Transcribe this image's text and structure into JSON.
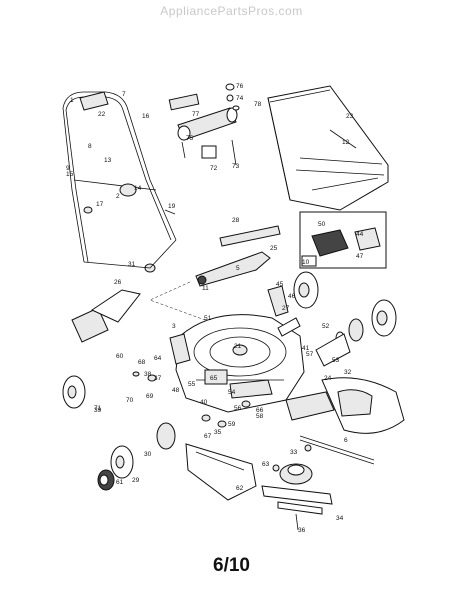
{
  "watermark": "AppliancePartsPros.com",
  "page_number": "6/10",
  "callouts": [
    "1",
    "2",
    "3",
    "5",
    "6",
    "7",
    "8",
    "9",
    "10",
    "11",
    "12",
    "13",
    "14",
    "15",
    "16",
    "17",
    "19",
    "21",
    "22",
    "23",
    "24",
    "25",
    "26",
    "27",
    "28",
    "29",
    "30",
    "31",
    "32",
    "33",
    "34",
    "35",
    "36",
    "37",
    "38",
    "39",
    "40",
    "41",
    "44",
    "45",
    "46",
    "47",
    "48",
    "50",
    "51",
    "52",
    "53",
    "54",
    "55",
    "56",
    "57",
    "58",
    "59",
    "60",
    "61",
    "62",
    "63",
    "64",
    "65",
    "66",
    "67",
    "68",
    "69",
    "70",
    "71",
    "72",
    "73",
    "74",
    "75",
    "76",
    "77",
    "78"
  ]
}
